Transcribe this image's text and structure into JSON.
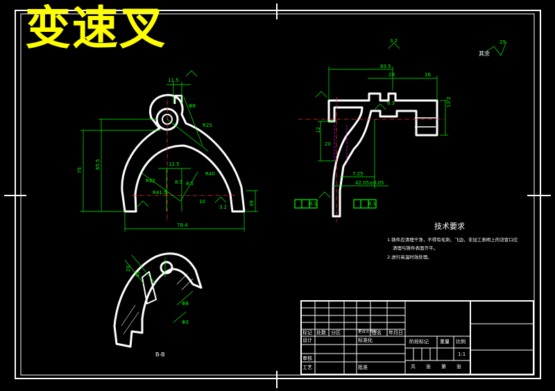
{
  "title": "变速叉",
  "section_label": "B-B",
  "roughness_other": {
    "label": "其余",
    "value": "25"
  },
  "tech_requirements": {
    "title": "技术要求",
    "lines": [
      "1.铸件应清理干净，不得有毛刺、飞边，非加工表明上的浇冒口应",
      "清理与铸件表面齐平。",
      "2.进行高温时效处理。"
    ]
  },
  "front_view_dims": {
    "width_top": "11.5",
    "dia_small": "Φ8",
    "radius_25": "R25",
    "height_75": "75",
    "height_65": "65.5",
    "d12": "12.5",
    "r42": "R42",
    "r41": "R41.5",
    "d85a": "8.5",
    "d85b": "8.5",
    "r40": "R40",
    "d10": "10",
    "ra32": "3.2",
    "d39": "39",
    "width_784": "78.4"
  },
  "side_view_dims": {
    "top_835": "83.5",
    "d29": "29",
    "d16": "16",
    "d132": "13.2",
    "d63": "6.3",
    "d12": "12",
    "d20": "20",
    "d725": "7.25",
    "d4205": "42.05±0.05",
    "ra32": "3.2",
    "tol": "0.1"
  },
  "section_dims": {
    "phi8": "Φ8",
    "phi3": "Φ3",
    "d20": "20",
    "d45": "45"
  },
  "title_block": {
    "row1": [
      "标记",
      "处数",
      "分区",
      "更改文件号",
      "签名",
      "年月日"
    ],
    "labels": [
      "设计",
      "审核",
      "工艺",
      "标准化",
      "批准"
    ],
    "stage_label": "阶段标记",
    "weight_label": "重量",
    "scale_label": "比例",
    "scale_value": "1:1",
    "sheets": [
      "共",
      "张",
      "第",
      "张"
    ]
  },
  "colors": {
    "line_white": "#ffffff",
    "dim_green": "#00ff00",
    "title_yellow": "#ffff00",
    "center_red": "#ff3030",
    "hidden_magenta": "#ff00ff"
  }
}
